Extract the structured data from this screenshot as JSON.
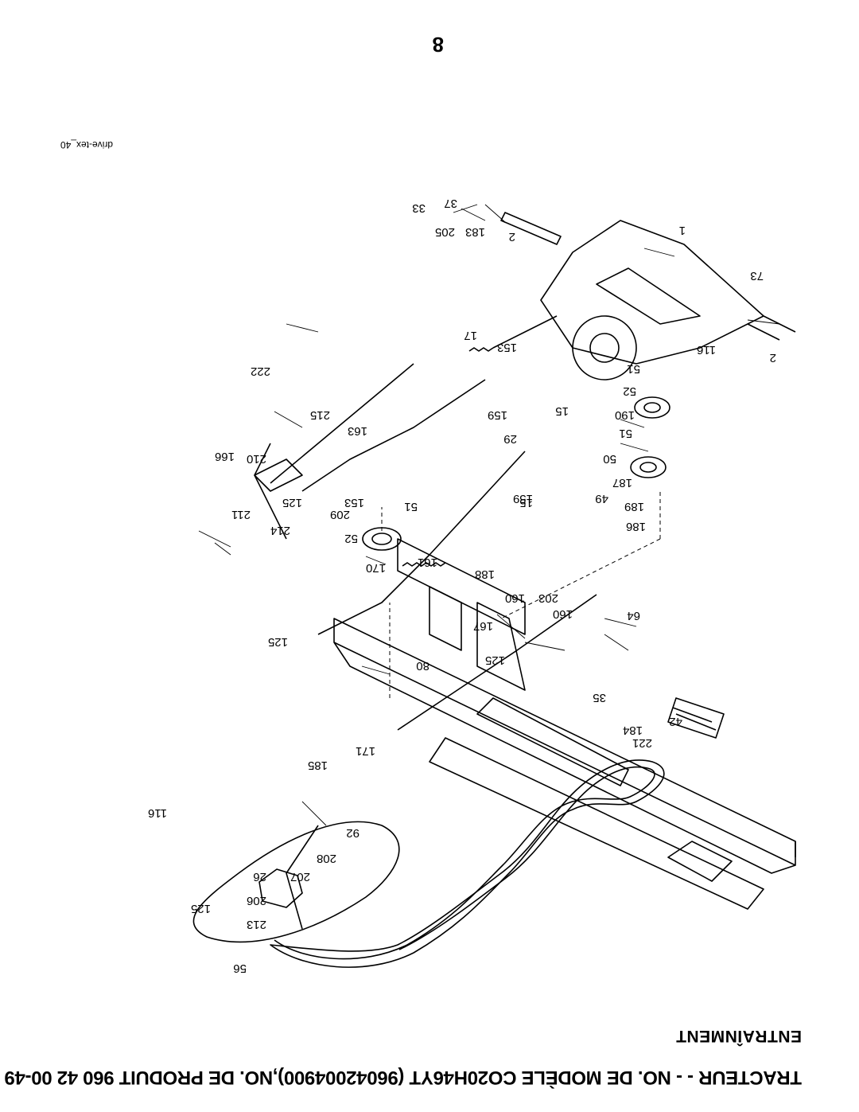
{
  "header": {
    "title": "TRACTEUR - - NO. DE MODÈLE CO20H46YT (96042004900),NO. DE PRODUIT 960 42 00-49",
    "subtitle": "ENTRAÎNMENT"
  },
  "page_number": "8",
  "figure_id": "drive-tex_40",
  "callouts": [
    "1",
    "2",
    "2",
    "15",
    "15",
    "17",
    "26",
    "29",
    "33",
    "35",
    "37",
    "42",
    "49",
    "50",
    "51",
    "51",
    "51",
    "52",
    "52",
    "56",
    "64",
    "73",
    "80",
    "92",
    "116",
    "116",
    "125",
    "125",
    "125",
    "125",
    "153",
    "153",
    "159",
    "159",
    "160",
    "160",
    "161",
    "163",
    "166",
    "167",
    "170",
    "171",
    "183",
    "184",
    "185",
    "186",
    "187",
    "188",
    "189",
    "190",
    "203",
    "205",
    "206",
    "207",
    "208",
    "209",
    "210",
    "211",
    "213",
    "214",
    "215",
    "221",
    "222"
  ]
}
